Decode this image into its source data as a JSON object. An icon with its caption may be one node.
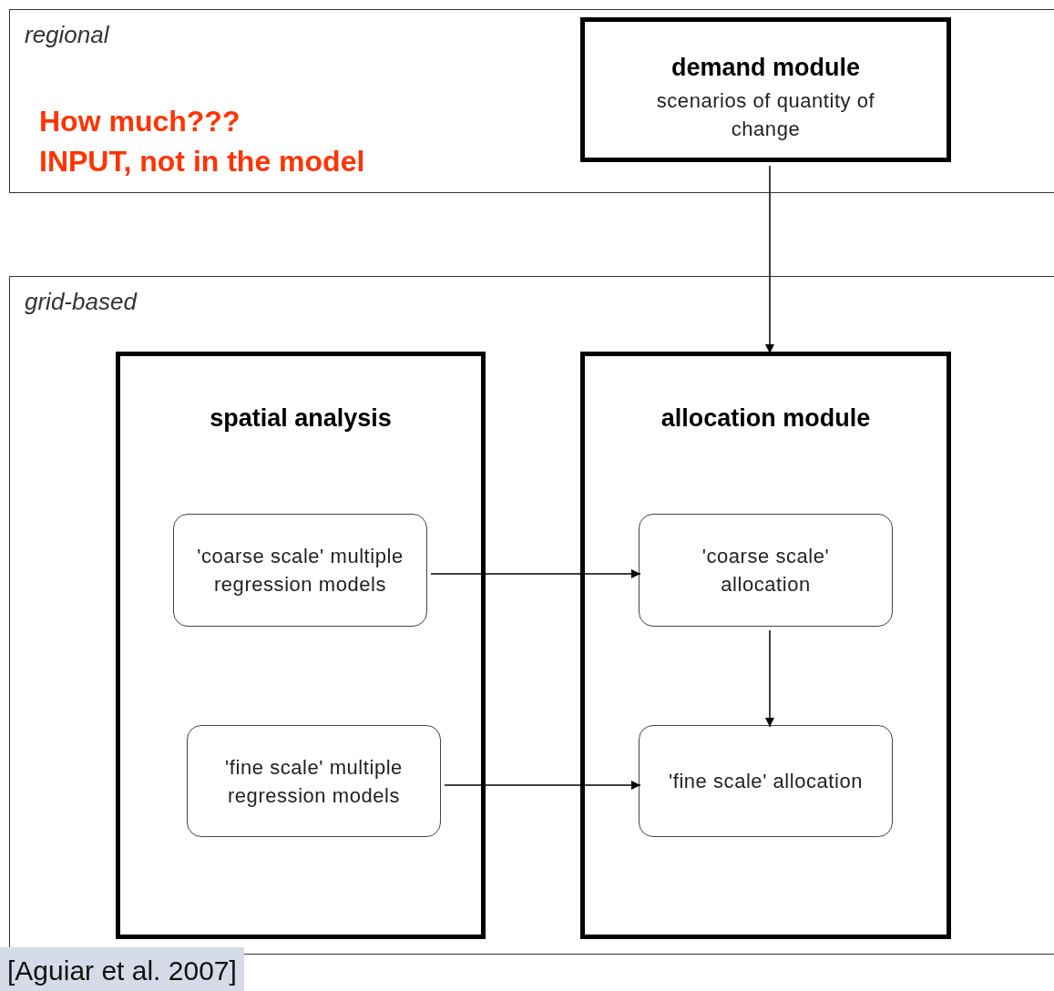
{
  "diagram": {
    "nodes": [
      {
        "text": [
          "regional",
          "How much???",
          "INPUT, not in the model"
        ]
      },
      {
        "text": [
          "demand module",
          "scenarios of quantity of change"
        ],
        "in": 0
      },
      {
        "text": [
          "grid-based"
        ]
      },
      {
        "text": [
          "spatial analysis"
        ],
        "in": 2
      },
      {
        "text": [
          "'coarse scale' multiple regression models"
        ],
        "in": 3
      },
      {
        "text": [
          "'fine scale' multiple regression models"
        ],
        "in": 3
      },
      {
        "text": [
          "allocation module"
        ],
        "in": 2
      },
      {
        "text": [
          "'coarse scale' allocation"
        ],
        "in": 6
      },
      {
        "text": [
          "'fine scale' allocation"
        ],
        "in": 6
      }
    ],
    "edges": [
      {
        "from": 1,
        "to": 6,
        "arrow": "to"
      },
      {
        "from": 4,
        "to": 7,
        "arrow": "to"
      },
      {
        "from": 5,
        "to": 8,
        "arrow": "to"
      },
      {
        "from": 7,
        "to": 8,
        "arrow": "to"
      }
    ],
    "labels": [
      "[Aguiar et al. 2007]"
    ]
  }
}
